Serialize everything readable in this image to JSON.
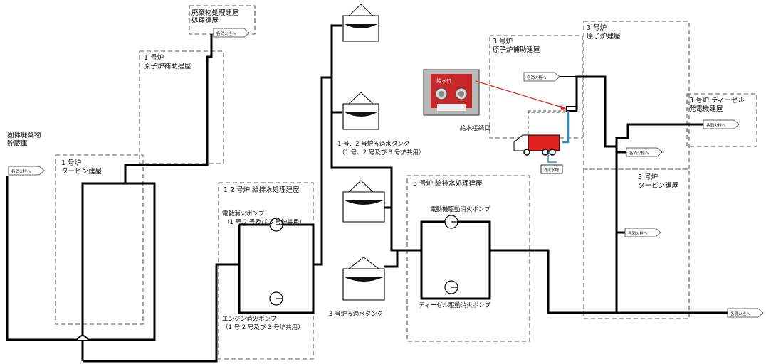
{
  "buildings": {
    "decommission_waste": {
      "line1": "廃棄物処理建屋",
      "line2": "処理建屋"
    },
    "unit1_aux": {
      "line1": "1 号炉",
      "line2": "原子炉補助建屋"
    },
    "solid_waste": {
      "line1": "固体廃棄物",
      "line2": "貯蔵庫"
    },
    "unit1_turbine": {
      "line1": "1 号炉",
      "line2": "タービン建屋"
    },
    "unit12_water": {
      "line1": "1,2 号炉 給排水処理建屋"
    },
    "unit3_water": {
      "line1": "3 号炉 給排水処理建屋"
    },
    "unit3_aux": {
      "line1": "3 号炉",
      "line2": "原子炉補助建屋"
    },
    "unit3_reactor": {
      "line1": "3 号炉",
      "line2": "原子炉建屋"
    },
    "unit3_diesel": {
      "line1": "3 号炉 ディーゼル",
      "line2": "発電機建屋"
    },
    "unit3_turbine": {
      "line1": "3 号炉",
      "line2": "タービン建屋"
    }
  },
  "labels": {
    "tank12": "1 号、2 号炉ろ過水タンク",
    "tank12_sub": "（1 号、2 号及び 3 号炉共用）",
    "tank3": "3 号炉ろ過水タンク",
    "motor_pump12": "電動消火ポンプ",
    "motor_pump12_sub": "（1 号,2 号及び 3 号炉共用）",
    "engine_pump12": "エンジン消火ポンプ",
    "engine_pump12_sub": "（1 号,2 号及び 3 号炉共用）",
    "motor_pump3": "電動機駆動消火ポンプ",
    "diesel_pump3": "ディーゼル駆動消火ポンプ",
    "water_connection": "給水接続口",
    "fire_truck": "消火水槽",
    "photo_text": "給水口"
  },
  "hydrant_tag": "各消火栓へ",
  "colors": {
    "photo_panel": "#c8282a",
    "fire_truck": "#e0201c",
    "arrow": "#e0201c",
    "hose": "#2a8fd0"
  }
}
